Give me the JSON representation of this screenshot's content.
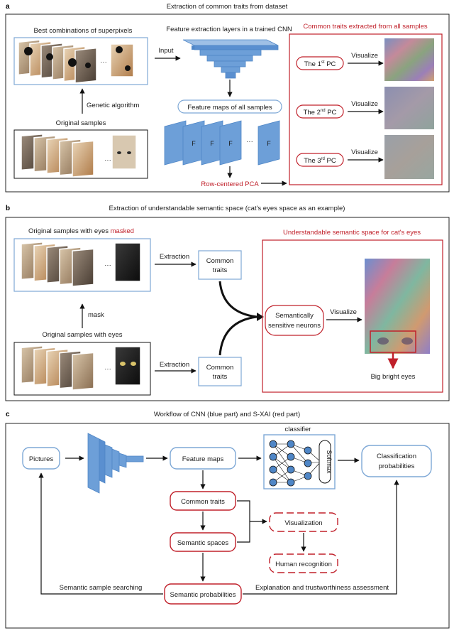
{
  "panel_a": {
    "letter": "a",
    "title": "Extraction of common traits from dataset",
    "superpixels_label": "Best combinations of superpixels",
    "cnn_label": "Feature extraction layers in a trained CNN",
    "input_label": "Input",
    "genetic_label": "Genetic algorithm",
    "original_label": "Original samples",
    "feature_maps_label": "Feature maps of all samples",
    "fmap_letter": "F",
    "ellipsis": "···",
    "pca_label": "Row-centered PCA",
    "common_traits_title": "Common traits extracted from all samples",
    "pc1_pre": "The 1",
    "pc1_sup": "st",
    "pc2_pre": "The 2",
    "pc2_sup": "nd",
    "pc3_pre": "The 3",
    "pc3_sup": "rd",
    "pc_post": " PC",
    "visualize_label": "Visualize"
  },
  "panel_b": {
    "letter": "b",
    "title": "Extraction of understandable semantic space (cat's eyes space as an example)",
    "masked_label_pre": "Original samples with eyes ",
    "masked_label_red": "masked",
    "mask_label": "mask",
    "with_eyes_label": "Original samples with eyes",
    "extraction_label": "Extraction",
    "common_traits_l1": "Common",
    "common_traits_l2": "traits",
    "semantic_space_title": "Understandable semantic space for cat's eyes",
    "neurons_l1": "Semantically",
    "neurons_l2": "sensitive neurons",
    "visualize_label": "Visualize",
    "big_eyes_label": "Big bright eyes",
    "ellipsis": "···"
  },
  "panel_c": {
    "letter": "c",
    "title": "Workflow of CNN (blue part) and S-XAI (red part)",
    "pictures_label": "Pictures",
    "feature_maps_label": "Feature maps",
    "classifier_label": "classifier",
    "softmax_label": "Softmax",
    "classification_l1": "Classification",
    "classification_l2": "probabilities",
    "common_traits_label": "Common traits",
    "semantic_spaces_label": "Semantic spaces",
    "semantic_probs_label": "Semantic probabilities",
    "visualization_label": "Visualization",
    "human_recognition_label": "Human recognition",
    "semantic_search_label": "Semantic sample searching",
    "explanation_label": "Explanation and trustworthiness assessment"
  },
  "colors": {
    "blue": "#4f86c6",
    "blue_fill": "#6d9fd8",
    "blue_box": "#7ea8d6",
    "red": "#c0202a"
  }
}
